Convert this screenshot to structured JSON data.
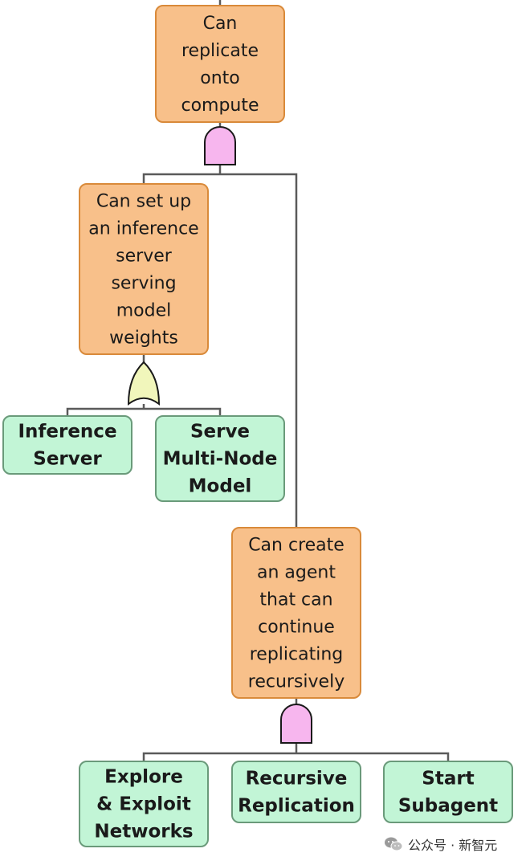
{
  "colors": {
    "goal_fill": "#f8c08a",
    "goal_stroke": "#d98a3a",
    "leaf_fill": "#c2f5d6",
    "leaf_stroke": "#6a9a7a",
    "and_gate_fill": "#f7b6ee",
    "or_gate_fill": "#f1f6bb",
    "line": "#5a5a5a"
  },
  "nodes": {
    "root": {
      "lines": [
        "Can",
        "replicate",
        "onto",
        "compute"
      ],
      "kind": "goal"
    },
    "inference": {
      "lines": [
        "Can set up",
        "an inference",
        "server",
        "serving",
        "model",
        "weights"
      ],
      "kind": "goal"
    },
    "inference_server": {
      "lines": [
        "Inference",
        "Server"
      ],
      "kind": "leaf"
    },
    "serve_multi_node": {
      "lines": [
        "Serve",
        "Multi-Node",
        "Model"
      ],
      "kind": "leaf"
    },
    "agent": {
      "lines": [
        "Can create",
        "an agent",
        "that can",
        "continue",
        "replicating",
        "recursively"
      ],
      "kind": "goal"
    },
    "explore_exploit": {
      "lines": [
        "Explore",
        "& Exploit",
        "Networks"
      ],
      "kind": "leaf"
    },
    "recursive_replication": {
      "lines": [
        "Recursive",
        "Replication"
      ],
      "kind": "leaf"
    },
    "start_subagent": {
      "lines": [
        "Start",
        "Subagent"
      ],
      "kind": "leaf"
    }
  },
  "gates": {
    "root_gate": {
      "type": "AND"
    },
    "inference_gate": {
      "type": "OR"
    },
    "agent_gate": {
      "type": "AND"
    }
  },
  "watermark": {
    "icon": "wechat-icon",
    "text": "公众号 · 新智元"
  }
}
